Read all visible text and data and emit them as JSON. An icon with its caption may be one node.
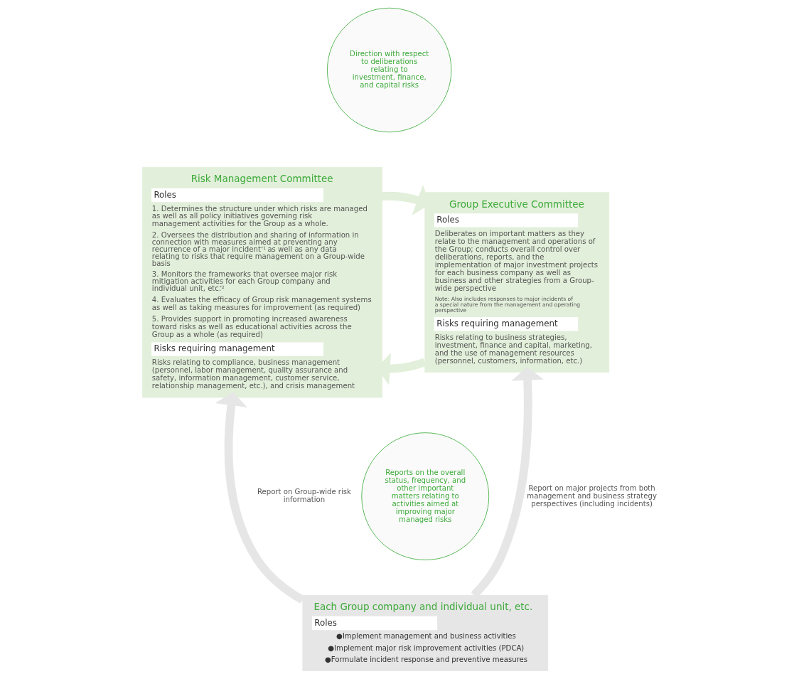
{
  "diagram": {
    "nodes": [
      {
        "text": [
          "Risk Management Committee",
          "Roles",
          "1. Determines the structure under which risks are managed as well as all policy initiatives governing risk management activities for the Group as a whole.",
          "2. Oversees the distribution and sharing of information in connection with measures aimed at preventing any recurrence of a major incident$^{*1}$ as well as any data relating to risks that require management on a Group-wide basis",
          "3. Monitors the frameworks that oversee major risk mitigation activities for each Group company and individual unit, etc.$^{*2}$",
          "4. Evaluates the efficacy of Group risk management systems as well as taking measures for improvement (as required)",
          "5. Provides support in promoting increased awareness toward risks as well as educational activities across the Group as a whole (as required)",
          "Risks requiring management",
          "Risks relating to compliance, business management (personnel, labor management, quality assurance and safety, information management, customer service, relationship management, etc.), and crisis management"
        ]
      },
      {
        "text": [
          "Group Executive Committee",
          "Roles",
          "Deliberates on important matters as they relate to the management and operations of the Group; conducts overall control over deliberations, reports, and the implementation of major investment projects for each business company as well as business and other strategies from a Group-wide perspective",
          "Note: Also includes responses to major incidents of a special nature from the management and operating perspective",
          "Risks requiring management",
          "Risks relating to business strategies, investment, finance and capital, marketing, and the use of management resources (personnel, customers, information, etc.)"
        ]
      },
      {
        "text": [
          "Direction with respect to deliberations relating to investment, finance, and capital risks"
        ]
      },
      {
        "text": [
          "Reports on the overall status, frequency, and other important matters relating to activities aimed at improving major managed risks"
        ]
      },
      {
        "text": [
          "Each Group company and individual unit, etc.",
          "Roles",
          "●Implement management and business activities",
          "●Implement major risk improvement activities (PDCA)",
          "●Formulate incident response and preventive measures"
        ]
      }
    ],
    "edges": [
      {
        "from": 0,
        "to": 1,
        "arrow": "to",
        "color": "#e2efda"
      },
      {
        "from": 1,
        "to": 0,
        "arrow": "to",
        "color": "#e2efda"
      },
      {
        "from": 4,
        "to": 0,
        "arrow": "to",
        "label": "Report on Group-wide risk information",
        "color": "#e6e6e6"
      },
      {
        "from": 4,
        "to": 1,
        "arrow": "to",
        "label": "Report on major projects from both management and business strategy perspectives (including incidents)",
        "color": "#e6e6e6"
      }
    ]
  }
}
